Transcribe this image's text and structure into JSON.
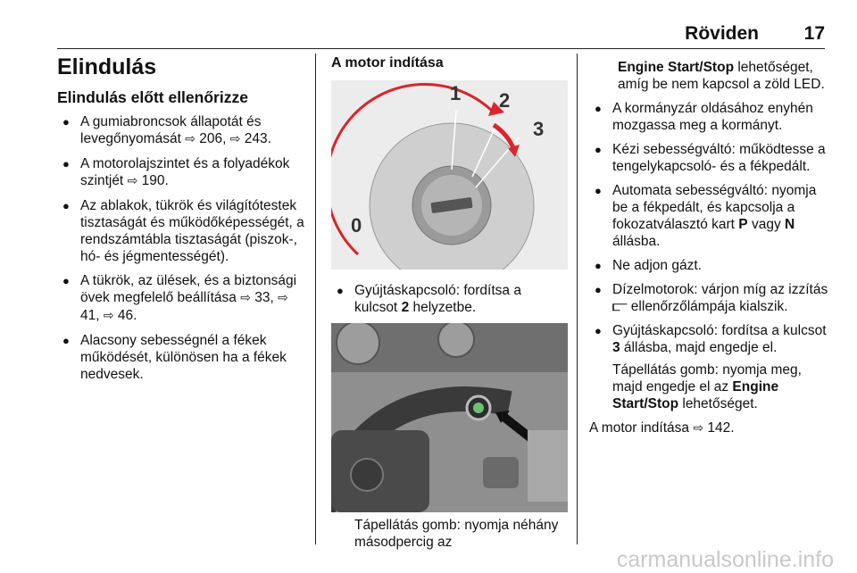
{
  "header": {
    "section": "Röviden",
    "page_number": "17"
  },
  "col1": {
    "title": "Elindulás",
    "subtitle": "Elindulás előtt ellenőrizze",
    "items": [
      {
        "text": "A gumiabroncsok állapotát és levegőnyomását",
        "xref_icon": "⇨",
        "refs": " 206, ",
        "ref2": " 243."
      },
      {
        "text": "A motorolajszintet és a folyadékok szintjét",
        "xref_icon": "⇨",
        "refs": " 190."
      },
      {
        "text": "Az ablakok, tükrök és világítótestek tisztaságát és működőképességét, a rendszámtábla tisztaságát (piszok-, hó- és jégmentességét)."
      },
      {
        "text": "A tükrök, az ülések, és a biztonsági övek megfelelő beállítása",
        "xref_icon": "⇨",
        "refs": " 33, ",
        "ref2": " 41, ",
        "ref3": " 46."
      },
      {
        "text": "Alacsony sebességnél a fékek működését, különösen ha a fékek nedvesek."
      }
    ]
  },
  "col2": {
    "heading": "A motor indítása",
    "figure1_labels": [
      "0",
      "1",
      "2",
      "3"
    ],
    "bullet1_pre": "Gyújtáskapcsoló: fordítsa a kulcsot ",
    "bullet1_bold": "2",
    "bullet1_post": " helyzetbe.",
    "caption": "Tápellátás gomb: nyomja néhány másodpercig az"
  },
  "col3": {
    "cont_bold": "Engine Start/Stop",
    "cont_text": " lehetőséget, amíg be nem kapcsol a zöld LED.",
    "b1": "A kormányzár oldásához enyhén mozgassa meg a kormányt.",
    "b2": "Kézi sebességváltó: működtesse a tengelykapcsoló- és a fékpedált.",
    "b3_pre": "Automata sebességváltó: nyomja be a fékpedált, és kapcsolja a fokozatválasztó kart ",
    "b3_p": "P",
    "b3_mid": " vagy ",
    "b3_n": "N",
    "b3_post": " állásba.",
    "b4": "Ne adjon gázt.",
    "b5_pre": "Dízelmotorok: várjon míg az izzítás ",
    "b5_icon": "⫍",
    "b5_post": " ellenőrzőlámpája kialszik.",
    "b6_pre": "Gyújtáskapcsoló: fordítsa a kulcsot ",
    "b6_bold": "3",
    "b6_post": " állásba, majd engedje el.",
    "para_pre": "Tápellátás gomb: nyomja meg, majd engedje el az ",
    "para_bold": "Engine Start/Stop",
    "para_post": " lehetőséget.",
    "final_pre": "A motor indítása",
    "final_icon": "⇨",
    "final_ref": " 142."
  },
  "footer": {
    "watermark": "carmanualsonline.info"
  }
}
